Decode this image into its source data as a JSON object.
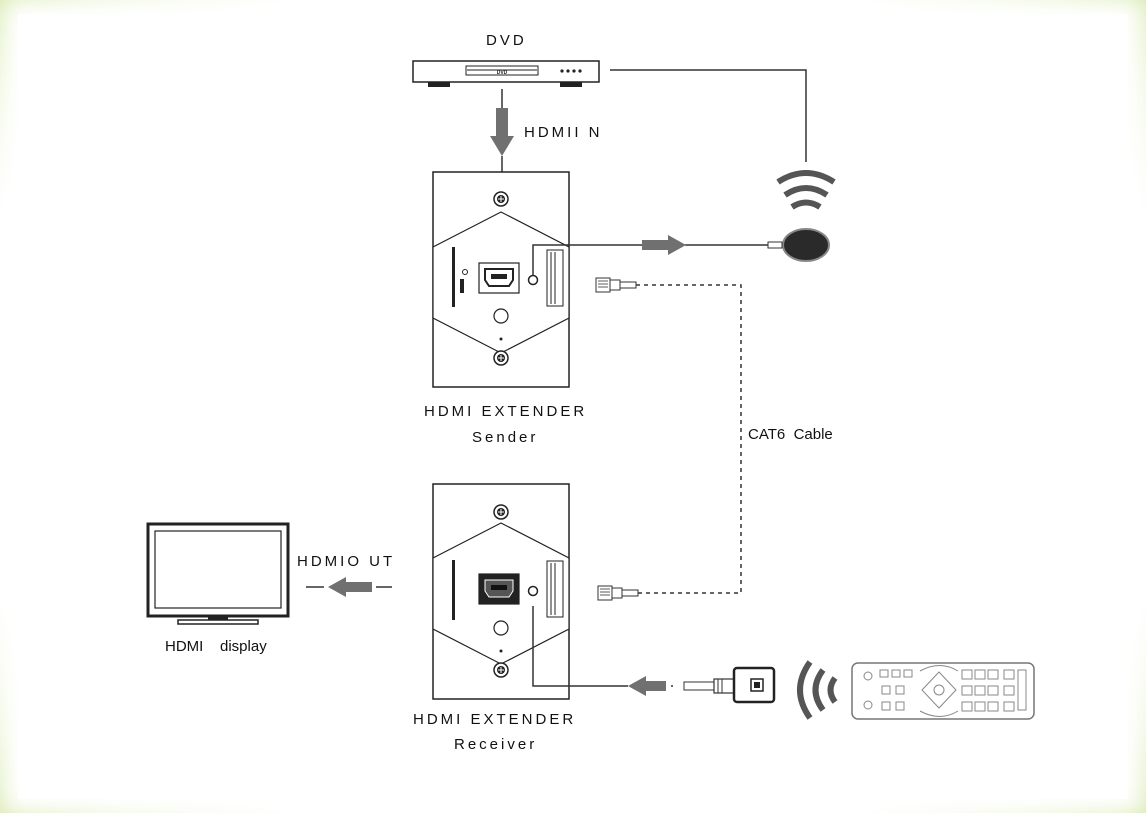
{
  "labels": {
    "dvd": "DVD",
    "hdmi_in": "HDMII N",
    "sender_title": "HDMI EXTENDER",
    "sender_sub": "Sender",
    "cable": "CAT6  Cable",
    "receiver_title": "HDMI EXTENDER",
    "receiver_sub": "Receiver",
    "hdmi_out": "HDMIO UT",
    "display": "HDMI    display"
  },
  "device_text": {
    "dvd_slot": "DVD"
  },
  "colors": {
    "line": "#3a3a3a",
    "arrow": "#6f6f6f",
    "border_green": "#d9eab3"
  }
}
